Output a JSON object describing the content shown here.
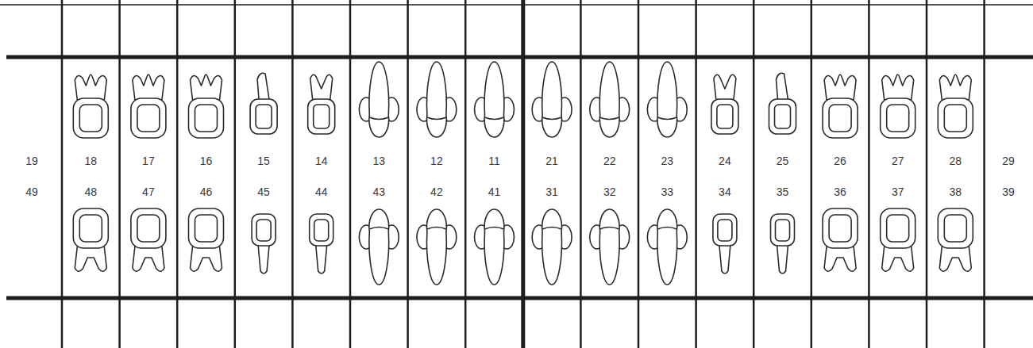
{
  "diagram": {
    "labels": [
      "19",
      "18",
      "17",
      "16",
      "15",
      "14",
      "13",
      "12",
      "11",
      "21",
      "22",
      "23",
      "24",
      "25",
      "26",
      "27",
      "28",
      "29",
      "49",
      "48",
      "47",
      "46",
      "45",
      "44",
      "43",
      "42",
      "41",
      "31",
      "32",
      "33",
      "34",
      "35",
      "36",
      "37",
      "38",
      "39"
    ]
  }
}
